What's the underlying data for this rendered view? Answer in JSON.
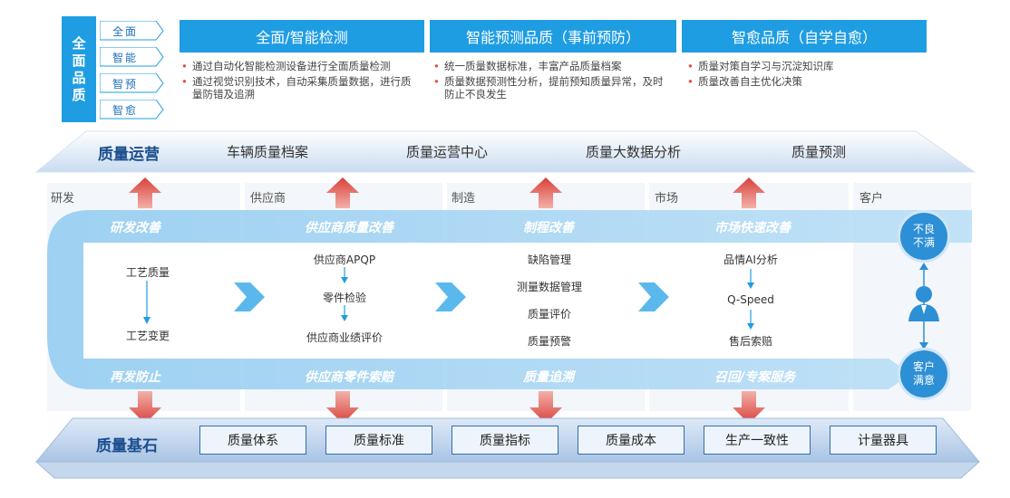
{
  "top": {
    "vertical_title": [
      "全",
      "面",
      "品",
      "质"
    ],
    "tags": [
      "全面",
      "智能",
      "智预",
      "智愈"
    ],
    "columns": [
      {
        "title": "全面/智能检测",
        "bullets": [
          "通过自动化智能检测设备进行全面质量检测",
          "通过视觉识别技术，自动采集质量数据，进行质量防错及追溯"
        ]
      },
      {
        "title": "智能预测品质（事前预防）",
        "bullets": [
          "统一质量数据标准，丰富产品质量档案",
          "质量数据预测性分析，提前预知质量异常，及时防止不良发生"
        ]
      },
      {
        "title": "智愈品质（自学自愈）",
        "bullets": [
          "质量对策自学习与沉淀知识库",
          "质量改善自主优化决策"
        ]
      }
    ]
  },
  "operation": {
    "title": "质量运营",
    "items": [
      "车辆质量档案",
      "质量运营中心",
      "质量大数据分析",
      "质量预测"
    ]
  },
  "stages": [
    "研发",
    "供应商",
    "制造",
    "市场",
    "客户"
  ],
  "top_band": [
    "研发改善",
    "供应商质量改善",
    "制程改善",
    "市场快速改善"
  ],
  "bottom_band": [
    "再发防止",
    "供应商零件索赔",
    "质量追溯",
    "召回/专案服务"
  ],
  "inner": {
    "rd": [
      "工艺质量",
      "工艺变更"
    ],
    "supplier": [
      "供应商APQP",
      "零件检验",
      "供应商业绩评价"
    ],
    "manufacturing": [
      "缺陷管理",
      "测量数据管理",
      "质量评价",
      "质量预警"
    ],
    "market": [
      "品情AI分析",
      "Q-Speed",
      "售后索赔"
    ]
  },
  "customer": {
    "bad": [
      "不良",
      "不满"
    ],
    "good": [
      "客户",
      "满意"
    ]
  },
  "foundation": {
    "title": "质量基石",
    "items": [
      "质量体系",
      "质量标准",
      "质量指标",
      "质量成本",
      "生产一致性",
      "计量器具"
    ]
  },
  "colors": {
    "primary": "#1f9de3",
    "band": "#a9d6f3",
    "arrow_red": "#d8403a",
    "navy": "#1a4e8f"
  }
}
